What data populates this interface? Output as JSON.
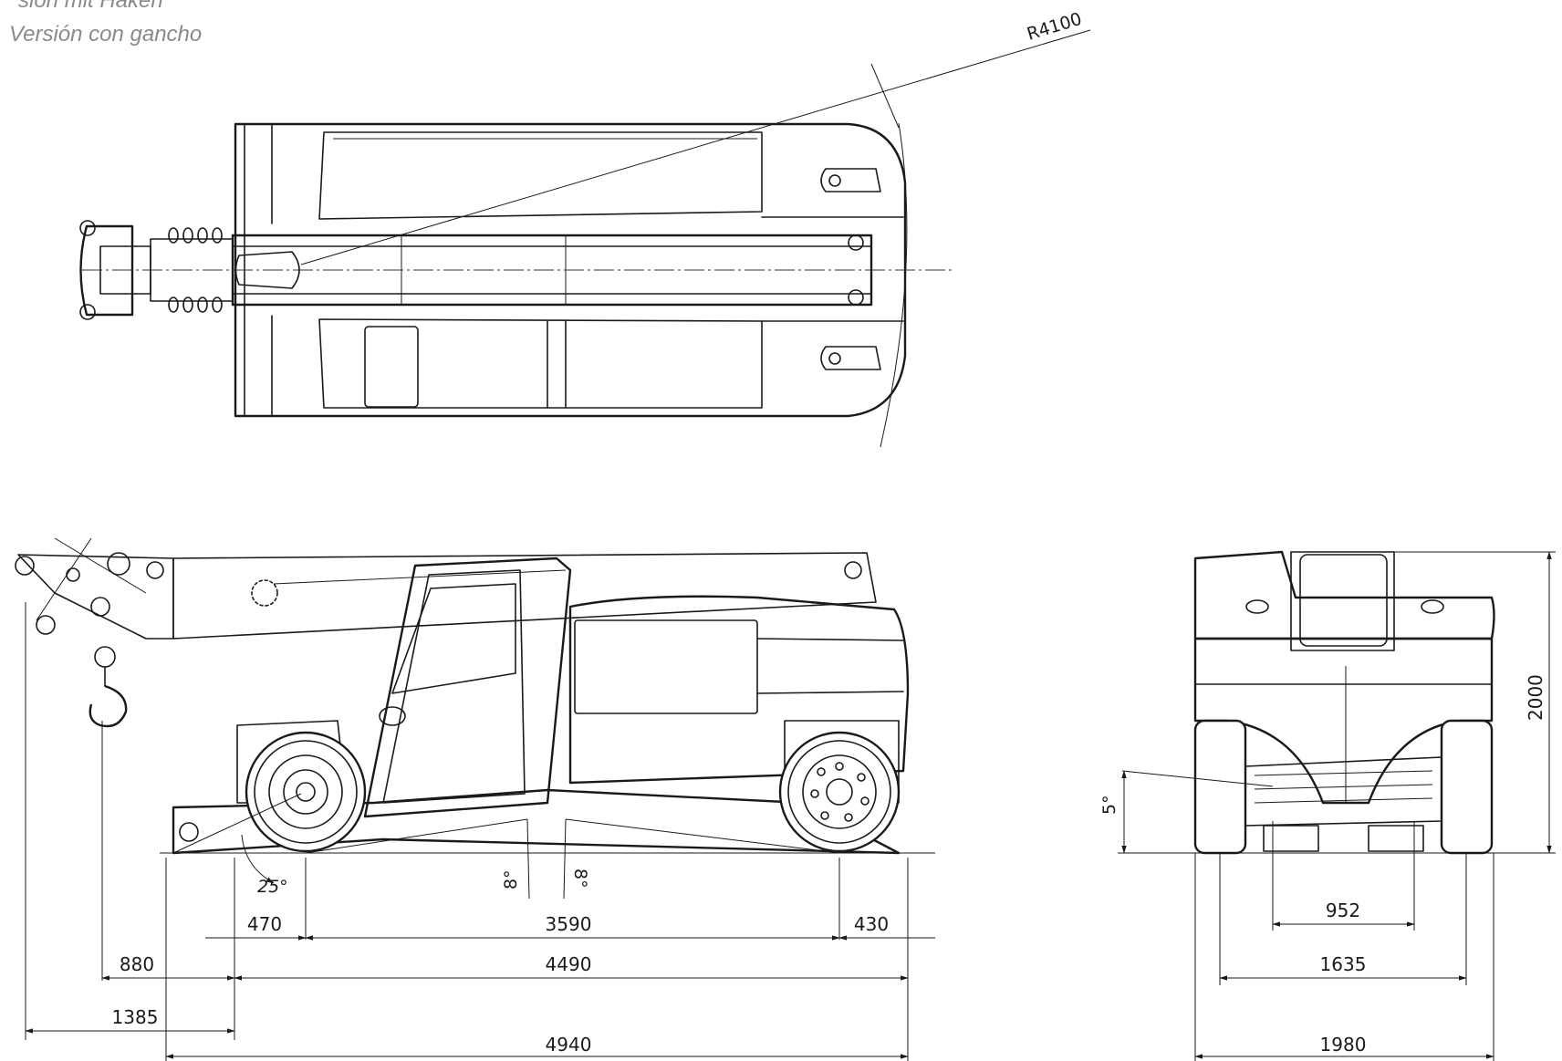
{
  "titles": {
    "line1": "sion mit Haken",
    "line2": "Versión con gancho"
  },
  "top_view": {
    "radius_label": "R4100"
  },
  "side_view": {
    "angles": {
      "approach": "25°",
      "ramp_left": "8°",
      "ramp_right": "8°"
    },
    "dimensions": {
      "front_overhang": "470",
      "wheelbase": "3590",
      "rear_overhang": "430",
      "hook_to_front": "880",
      "body_length": "4490",
      "jib_overhang": "1385",
      "overall_length": "4940"
    }
  },
  "front_view": {
    "dimensions": {
      "tilt_angle": "5°",
      "height": "2000",
      "inner_track": "952",
      "track": "1635",
      "overall_width": "1980"
    }
  }
}
